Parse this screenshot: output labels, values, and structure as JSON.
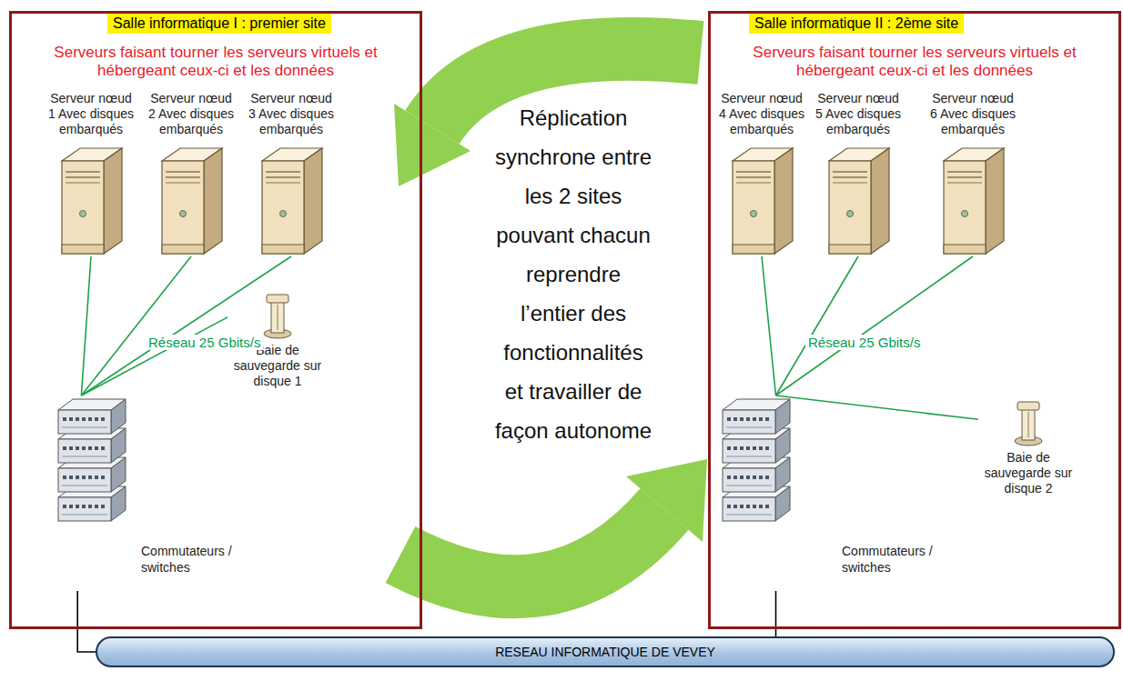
{
  "diagram": {
    "nodes": [
      {
        "text": [
          "Salle informatique I : premier site",
          "Serveurs faisant tourner les serveurs virtuels et hébergeant ceux-ci et les données"
        ]
      },
      {
        "text": [
          "Serveur nœud 1 Avec disques embarqués"
        ],
        "in": 0
      },
      {
        "text": [
          "Serveur nœud 2 Avec disques embarqués"
        ],
        "in": 0
      },
      {
        "text": [
          "Serveur nœud 3 Avec disques embarqués"
        ],
        "in": 0
      },
      {
        "text": [
          "Baie de sauvegarde sur disque 1"
        ],
        "in": 0
      },
      {
        "text": [
          "Commutateurs / switches"
        ],
        "in": 0
      },
      {
        "text": [
          "Salle informatique II : 2ème site",
          "Serveurs faisant tourner les serveurs virtuels et hébergeant ceux-ci et les données"
        ]
      },
      {
        "text": [
          "Serveur nœud 4 Avec disques embarqués"
        ],
        "in": 6
      },
      {
        "text": [
          "Serveur nœud 5 Avec disques embarqués"
        ],
        "in": 6
      },
      {
        "text": [
          "Serveur nœud 6 Avec disques embarqués"
        ],
        "in": 6
      },
      {
        "text": [
          "Baie de sauvegarde sur disque 2"
        ],
        "in": 6
      },
      {
        "text": [
          "Commutateurs / switches"
        ],
        "in": 6
      },
      {
        "text": [
          "RESEAU INFORMATIQUE DE VEVEY"
        ]
      }
    ],
    "edges": [
      {
        "from": 1,
        "to": 5,
        "arrow": "none"
      },
      {
        "from": 2,
        "to": 5,
        "arrow": "none"
      },
      {
        "from": 3,
        "to": 5,
        "arrow": "none"
      },
      {
        "from": 4,
        "to": 5,
        "arrow": "none"
      },
      {
        "from": 7,
        "to": 11,
        "arrow": "none"
      },
      {
        "from": 8,
        "to": 11,
        "arrow": "none"
      },
      {
        "from": 9,
        "to": 11,
        "arrow": "none"
      },
      {
        "from": 10,
        "to": 11,
        "arrow": "none"
      },
      {
        "from": 5,
        "to": 12,
        "arrow": "none"
      },
      {
        "from": 11,
        "to": 12,
        "arrow": "none"
      }
    ],
    "labels": [
      "Réseau 25 Gbits/s",
      "Réseau 25 Gbits/s",
      "Réplication synchrone entre les 2 sites pouvant chacun reprendre l’entier des fonctionnalités et travailler de façon autonome"
    ]
  }
}
